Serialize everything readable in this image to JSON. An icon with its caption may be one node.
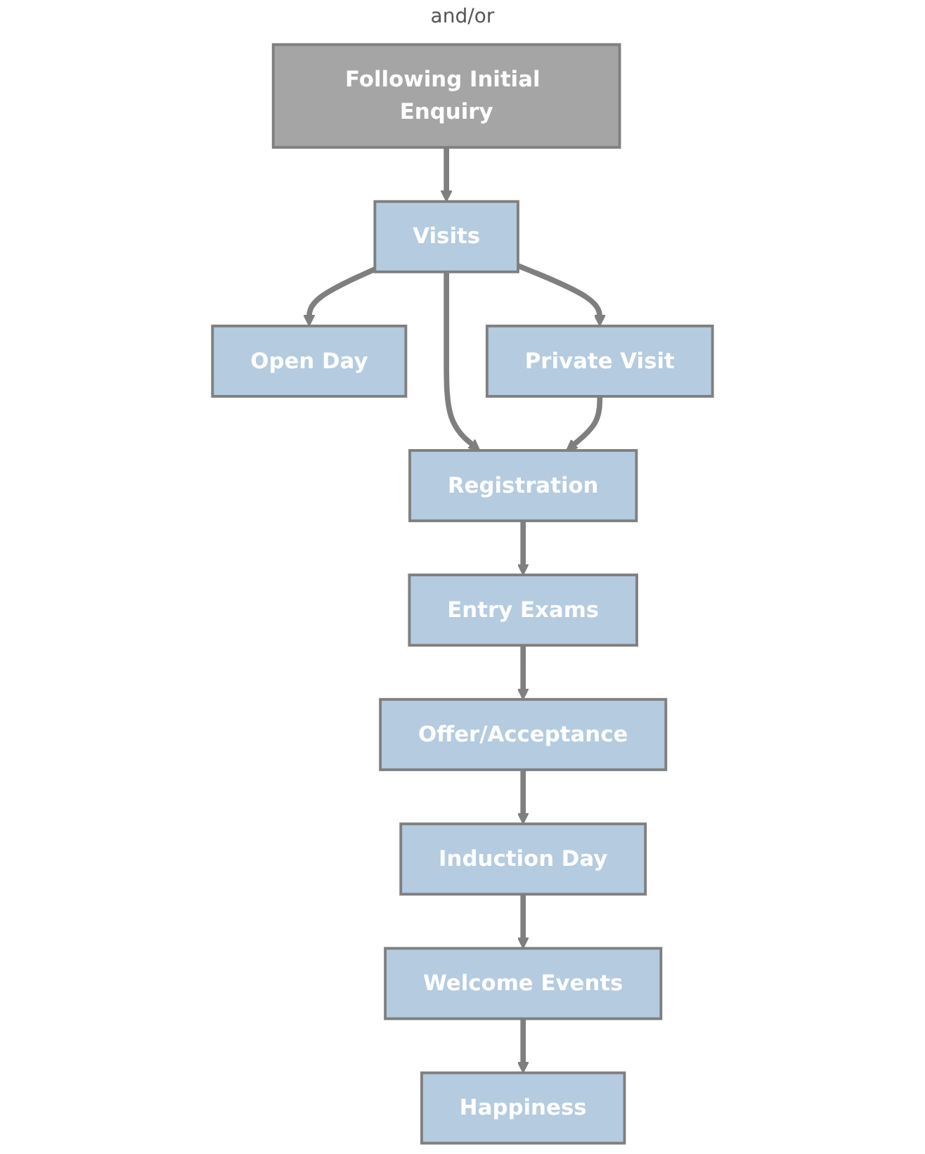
{
  "diagram": {
    "nodes": [
      {
        "text": [
          "Following Initial Enquiry"
        ]
      },
      {
        "text": [
          "Visits"
        ]
      },
      {
        "text": [
          "Open Day"
        ]
      },
      {
        "text": [
          "Private Visit"
        ]
      },
      {
        "text": [
          "Registration"
        ]
      },
      {
        "text": [
          "Entry Exams"
        ]
      },
      {
        "text": [
          "Offer/Acceptance"
        ]
      },
      {
        "text": [
          "Induction Day"
        ]
      },
      {
        "text": [
          "Welcome Events"
        ]
      },
      {
        "text": [
          "Happiness"
        ]
      }
    ],
    "edges": [
      {
        "from": 0,
        "to": 1,
        "arrow": "to"
      },
      {
        "from": 1,
        "to": 2,
        "arrow": "to"
      },
      {
        "from": 1,
        "to": 3,
        "arrow": "to"
      },
      {
        "from": 1,
        "to": 4,
        "arrow": "to"
      },
      {
        "from": 3,
        "to": 4,
        "arrow": "to"
      },
      {
        "from": 4,
        "to": 5,
        "arrow": "to"
      },
      {
        "from": 5,
        "to": 6,
        "arrow": "to"
      },
      {
        "from": 6,
        "to": 7,
        "arrow": "to"
      },
      {
        "from": 7,
        "to": 8,
        "arrow": "to"
      },
      {
        "from": 8,
        "to": 9,
        "arrow": "to"
      }
    ],
    "labels": [
      "and/or"
    ]
  }
}
